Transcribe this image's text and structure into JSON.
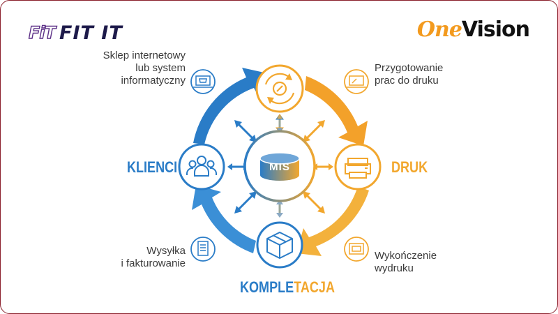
{
  "logos": {
    "fitit_mark": "FiT",
    "fitit_text": "FIT IT",
    "onevision_one": "One",
    "onevision_vision": "Vision"
  },
  "center": {
    "label": "MIS"
  },
  "stages": {
    "left": "KLIENCI",
    "right": "DRUK",
    "bottom_part1": "KOMPLE",
    "bottom_part2": "TACJA"
  },
  "callouts": {
    "top_left": [
      "Sklep internetowy",
      "lub system",
      "informatyczny"
    ],
    "top_right": [
      "Przygotowanie",
      "prac do druku"
    ],
    "bottom_left": [
      "Wysyłka",
      "i fakturowanie"
    ],
    "bottom_right": [
      "Wykończenie",
      "wydruku"
    ]
  },
  "colors": {
    "blue": "#2a7cc7",
    "orange": "#f2a72e",
    "frame": "#8a1f2b"
  }
}
